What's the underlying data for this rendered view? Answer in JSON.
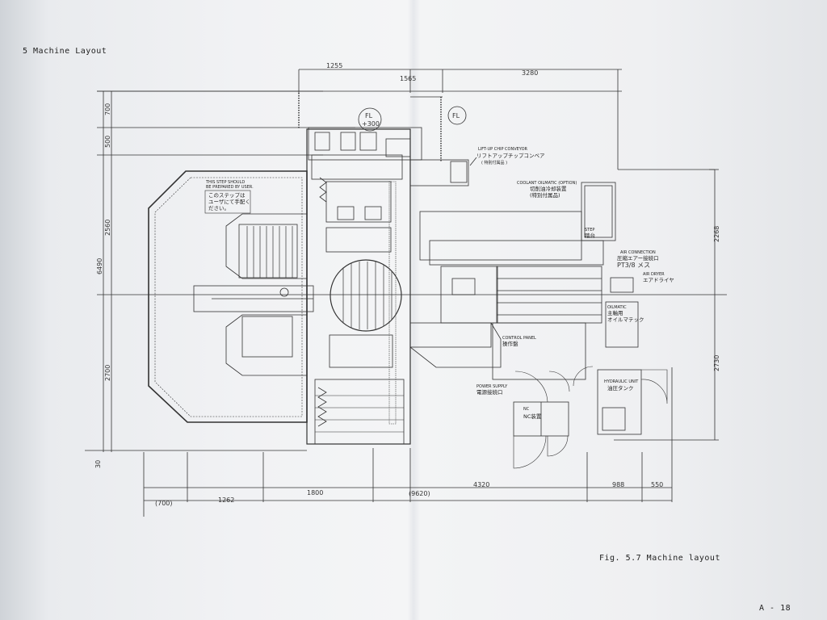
{
  "page": {
    "section_title": "5 Machine Layout",
    "figure_caption": "Fig. 5.7 Machine layout",
    "page_number": "A - 18"
  },
  "dimensions": {
    "top": [
      "1255",
      "1565",
      "3280"
    ],
    "left": [
      "700",
      "500",
      "2560",
      "6490",
      "2700",
      "30"
    ],
    "right": [
      "2268",
      "2730"
    ],
    "bottom": [
      "(700)",
      "1262",
      "1800",
      "(9620)",
      "4320",
      "988",
      "550"
    ]
  },
  "markers": {
    "fl_1": [
      "FL",
      "+300"
    ],
    "fl_2": [
      "FL"
    ]
  },
  "labels": {
    "step_note": [
      "THIS STEP SHOULD",
      "BE PREPARED BY USER."
    ],
    "step_note_jp": [
      "このステップは",
      "ユーザにて手配く",
      "ださい。"
    ],
    "chip_conveyor": [
      "LIFT-UP CHIP CONVEYOR",
      "リフトアップチップコンベア",
      "( 特別付属品 )"
    ],
    "coolant": [
      "COOLANT OILMATIC (OPTION)",
      "切削油冷却装置",
      "(特別付属品)"
    ],
    "step": [
      "STEP",
      "踏台"
    ],
    "air_connection": [
      "AIR CONNECTION",
      "圧縮エアー接続口",
      "PT3/8 メス"
    ],
    "air_dryer": [
      "AIR DRYER",
      "エアドライヤ"
    ],
    "oilmatic": [
      "OILMATIC",
      "主軸用",
      "オイルマテック"
    ],
    "control_panel": [
      "CONTROL PANEL",
      "操作盤"
    ],
    "hydraulic_unit": [
      "HYDRAULIC UNIT",
      "油圧タンク"
    ],
    "power_supply": [
      "POWER SUPPLY",
      "電源接続口"
    ],
    "nc_unit": [
      "NC",
      "NC装置"
    ]
  }
}
